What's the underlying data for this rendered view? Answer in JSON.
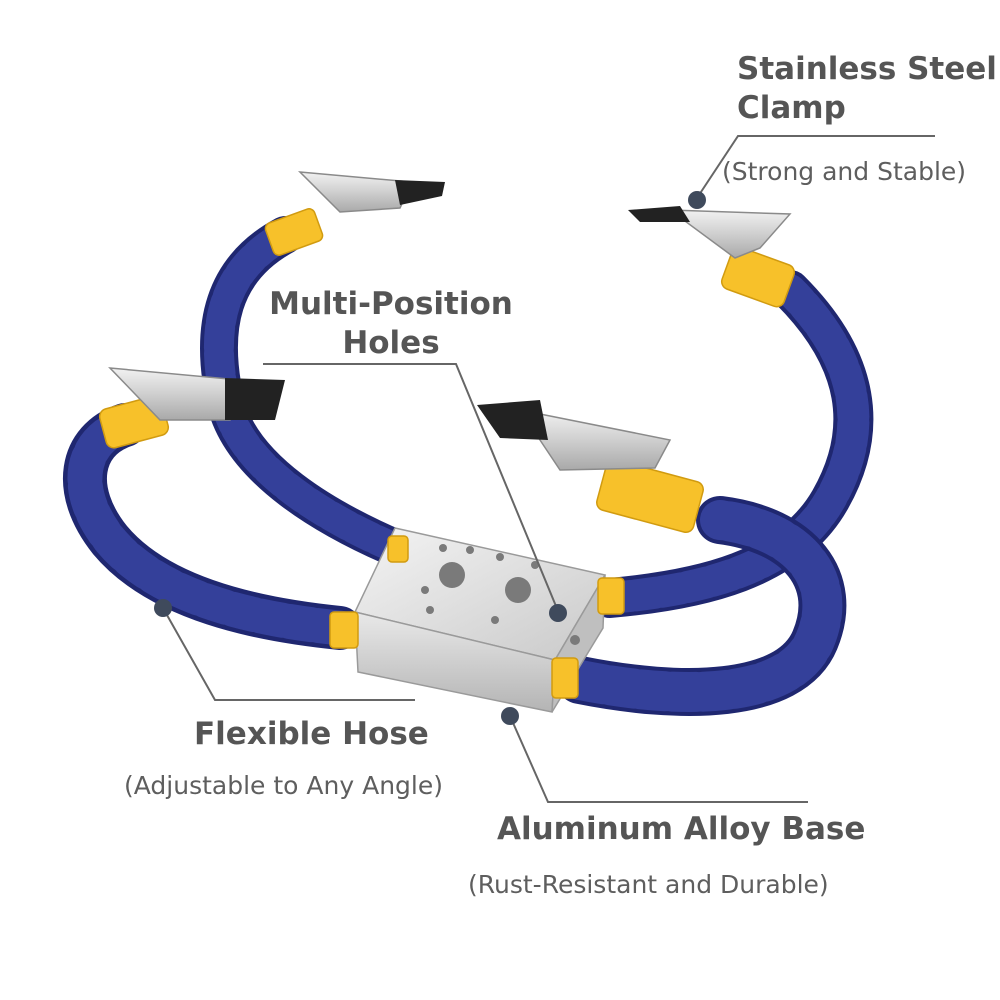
{
  "callouts": {
    "clamp": {
      "title_line1": "Stainless Steel",
      "title_line2": "Clamp",
      "subtitle": "(Strong and Stable)"
    },
    "holes": {
      "title_line1": "Multi-Position",
      "title_line2": "Holes"
    },
    "hose": {
      "title": "Flexible Hose",
      "subtitle": "(Adjustable to Any Angle)"
    },
    "base": {
      "title": "Aluminum Alloy Base",
      "subtitle": "(Rust-Resistant and Durable)"
    }
  },
  "colors": {
    "hose_blue": "#2e3a8c",
    "hose_blue_dark": "#1f2770",
    "connector_yellow": "#f7c12a",
    "base_silver": "#d8d8d8",
    "clamp_black": "#222222",
    "text_gray": "#555555",
    "leader_gray": "#666666"
  }
}
